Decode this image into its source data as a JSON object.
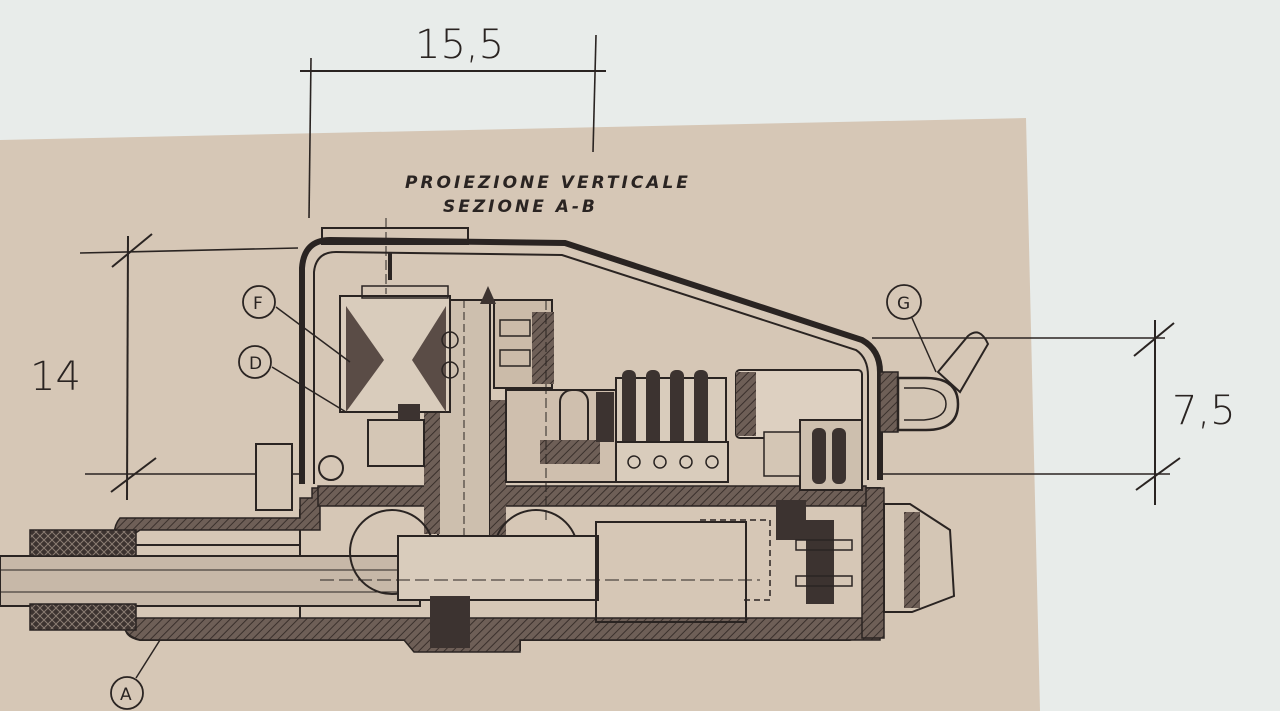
{
  "caption": {
    "line1": "PROIEZIONE VERTICALE",
    "line2": "SEZIONE A-B"
  },
  "dimensions": {
    "width_top": "15,5",
    "height_left": "14",
    "height_right": "7,5"
  },
  "callouts": [
    "F",
    "D",
    "G",
    "A"
  ],
  "colors": {
    "paper": "#d6c7b6",
    "background": "#e8ecea",
    "ink": "#2a2422"
  }
}
